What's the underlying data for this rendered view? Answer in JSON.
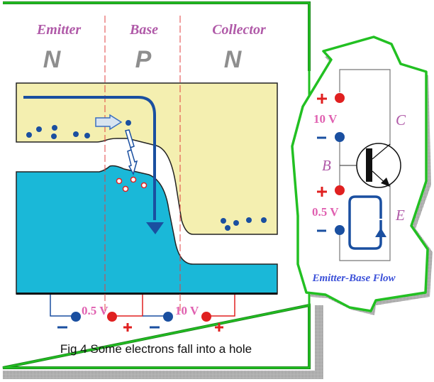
{
  "figure": {
    "caption": "Fig 4 Some electrons fall into a hole",
    "regions": [
      {
        "name": "Emitter",
        "type": "N"
      },
      {
        "name": "Base",
        "type": "P"
      },
      {
        "name": "Collector",
        "type": "N"
      }
    ],
    "bottom_circuit": {
      "emitter_base_voltage": "0.5 V",
      "base_collector_voltage": "10 V",
      "minus_sign": "−",
      "plus_sign": "+"
    }
  },
  "callout": {
    "title": "Emitter-Base Flow",
    "terminals": {
      "collector": "C",
      "base": "B",
      "emitter": "E"
    },
    "top_supply": {
      "voltage": "10 V",
      "plus": "+",
      "minus": "−"
    },
    "bottom_supply": {
      "voltage": "0.5 V",
      "plus": "+",
      "minus": "−"
    }
  },
  "colors": {
    "frame_green": "#22c022",
    "n_region_fill": "#f4efb0",
    "p_band_fill": "#1ab8d8",
    "electron_blue": "#1a4fa0",
    "hole_red": "#e02020",
    "boundary_red": "#e04040",
    "label_purple": "#b05aa8",
    "voltage_pink": "#e060b0"
  }
}
